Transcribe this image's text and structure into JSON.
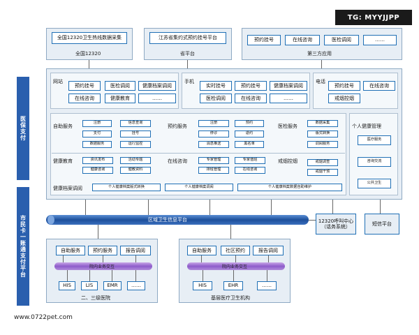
{
  "badge": "TG: MYYJJPP",
  "watermark": "www.0722pet.com",
  "left_bar_top": "医保支付",
  "left_bar_bottom": "市民卡一账通支付平台",
  "top": {
    "national": {
      "box": "全国12320卫生热线数据采集",
      "label": "全国12320"
    },
    "province": {
      "box": "江苏省集约式预约挂号平台",
      "label": "省平台"
    },
    "third": {
      "label": "第三方应用",
      "items": [
        "预约挂号",
        "在线咨询",
        "医检调阅",
        "……"
      ]
    }
  },
  "channels": [
    {
      "name": "网站",
      "rows": [
        [
          "预约挂号",
          "医检调阅",
          "健康档案调阅"
        ],
        [
          "在线咨询",
          "健康教育",
          "……"
        ]
      ]
    },
    {
      "name": "手机",
      "rows": [
        [
          "实时挂号",
          "预约挂号",
          "健康档案调阅"
        ],
        [
          "医检调阅",
          "在线咨询",
          "……"
        ]
      ]
    },
    {
      "name": "电话",
      "rows": [
        [
          "预约挂号",
          "在线咨询"
        ],
        [
          "戒烟控烟"
        ]
      ]
    }
  ],
  "services": {
    "self_service": {
      "title": "自助服务",
      "items": [
        "注册",
        "信息查询",
        "支付",
        "挂号",
        "数据服务",
        "运行监控"
      ]
    },
    "booking": {
      "title": "预约服务",
      "items": [
        "注册",
        "预约",
        "停诊",
        "退约",
        "消息推送",
        "黑名单"
      ]
    },
    "exam": {
      "title": "医检服务",
      "items": [
        "数据采集",
        "版式转换",
        "调阅服务"
      ]
    },
    "health_edu": {
      "title": "健康教育",
      "items": [
        "资讯发布",
        "活动专题",
        "健康咨询",
        "健教资料"
      ]
    },
    "online_consult": {
      "title": "在线咨询",
      "items": [
        "专家管理",
        "专家值班",
        "排班管理",
        "在线咨询"
      ]
    },
    "smoking": {
      "title": "戒烟控烟",
      "items": [
        "戒烟调查",
        "戒烟干预"
      ]
    },
    "records": {
      "title": "健康档案调阅",
      "items": [
        "个人健康档案版式转换",
        "个人健康档案调阅",
        "个人健康档案数据自助维护"
      ]
    },
    "personal": {
      "title": "个人健康管理",
      "items": [
        "医疗服务",
        "咨询交流",
        "公共卫生"
      ]
    }
  },
  "platform_bar": "区域卫生信息平台",
  "hotline": "12320呼叫中心（话务系统）",
  "sms": "短信平台",
  "hospital_a": {
    "top": [
      "自助服务",
      "预约服务",
      "报告调阅"
    ],
    "bus": "院内业务交互",
    "bottom": [
      "HIS",
      "LIS",
      "EMR",
      "……"
    ],
    "label": "二、三级医院"
  },
  "hospital_b": {
    "top": [
      "自助服务",
      "社区预约",
      "报告调阅"
    ],
    "bus": "院内业务交互",
    "bottom": [
      "HIS",
      "EHR",
      "……"
    ],
    "label": "基层医疗卫生机构"
  }
}
